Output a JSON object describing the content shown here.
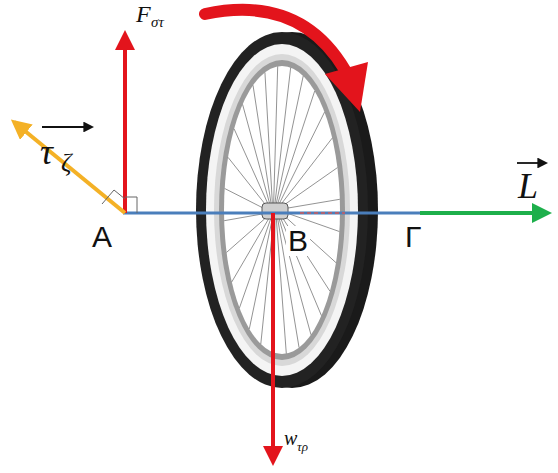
{
  "diagram": {
    "labels": [
      "F",
      "στ",
      "τ",
      "ζ",
      "A",
      "B",
      "Γ",
      "L",
      "w",
      "τρ"
    ]
  }
}
